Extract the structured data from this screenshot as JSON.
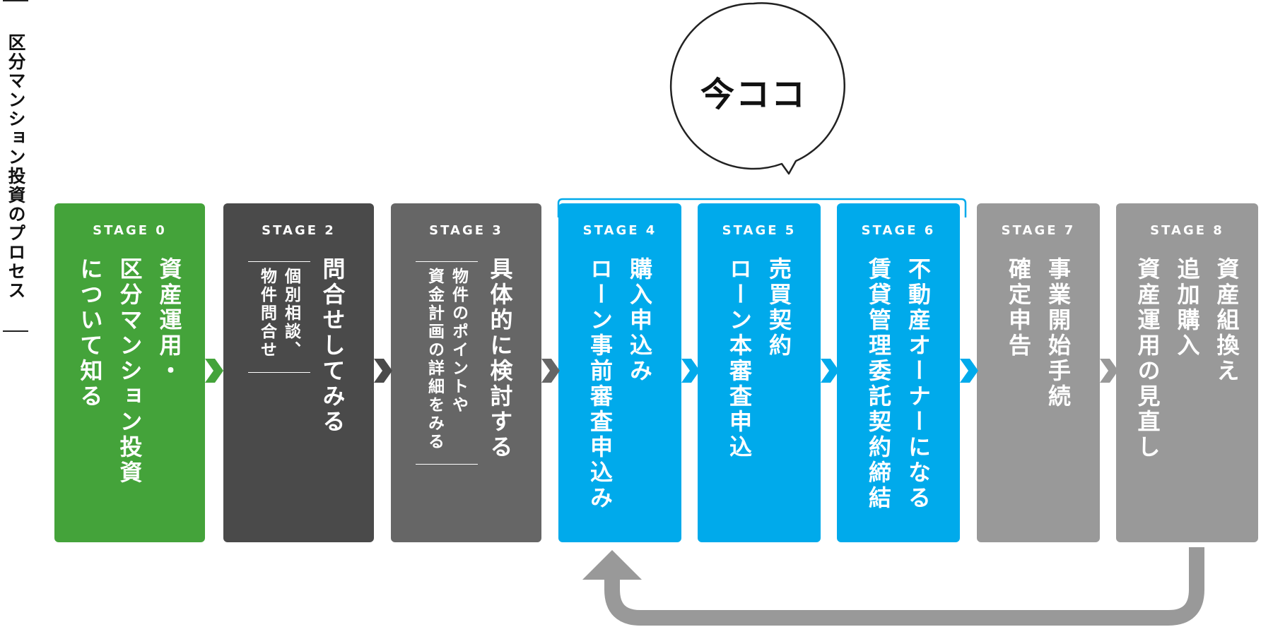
{
  "side_title": "区分マンション投資のプロセス",
  "bubble": "今ココ",
  "stages": [
    {
      "label": "STAGE 0",
      "lines": [
        "資産運用・",
        "区分マンション投資",
        "について知る"
      ],
      "sub": []
    },
    {
      "label": "STAGE 2",
      "lines": [
        "問合せしてみる"
      ],
      "sub": [
        "個別相談、",
        "物件問合せ"
      ]
    },
    {
      "label": "STAGE 3",
      "lines": [
        "具体的に検討する"
      ],
      "sub": [
        "物件のポイントや",
        "資金計画の詳細をみる"
      ]
    },
    {
      "label": "STAGE 4",
      "lines": [
        "購入申込み",
        "ローン事前審査申込み"
      ],
      "sub": []
    },
    {
      "label": "STAGE 5",
      "lines": [
        "売買契約",
        "ローン本審査申込"
      ],
      "sub": []
    },
    {
      "label": "STAGE 6",
      "lines": [
        "不動産オーナーになる",
        "賃貸管理委託契約締結"
      ],
      "sub": []
    },
    {
      "label": "STAGE 7",
      "lines": [
        "事業開始手続",
        "確定申告"
      ],
      "sub": []
    },
    {
      "label": "STAGE 8",
      "lines": [
        "資産組換え",
        "追加購入",
        "資産運用の見直し"
      ],
      "sub": []
    }
  ],
  "colors": {
    "stage0": "#44a33a",
    "stage2": "#4a4a4a",
    "stage3": "#666666",
    "current": "#00aaeb",
    "future": "#999999"
  }
}
